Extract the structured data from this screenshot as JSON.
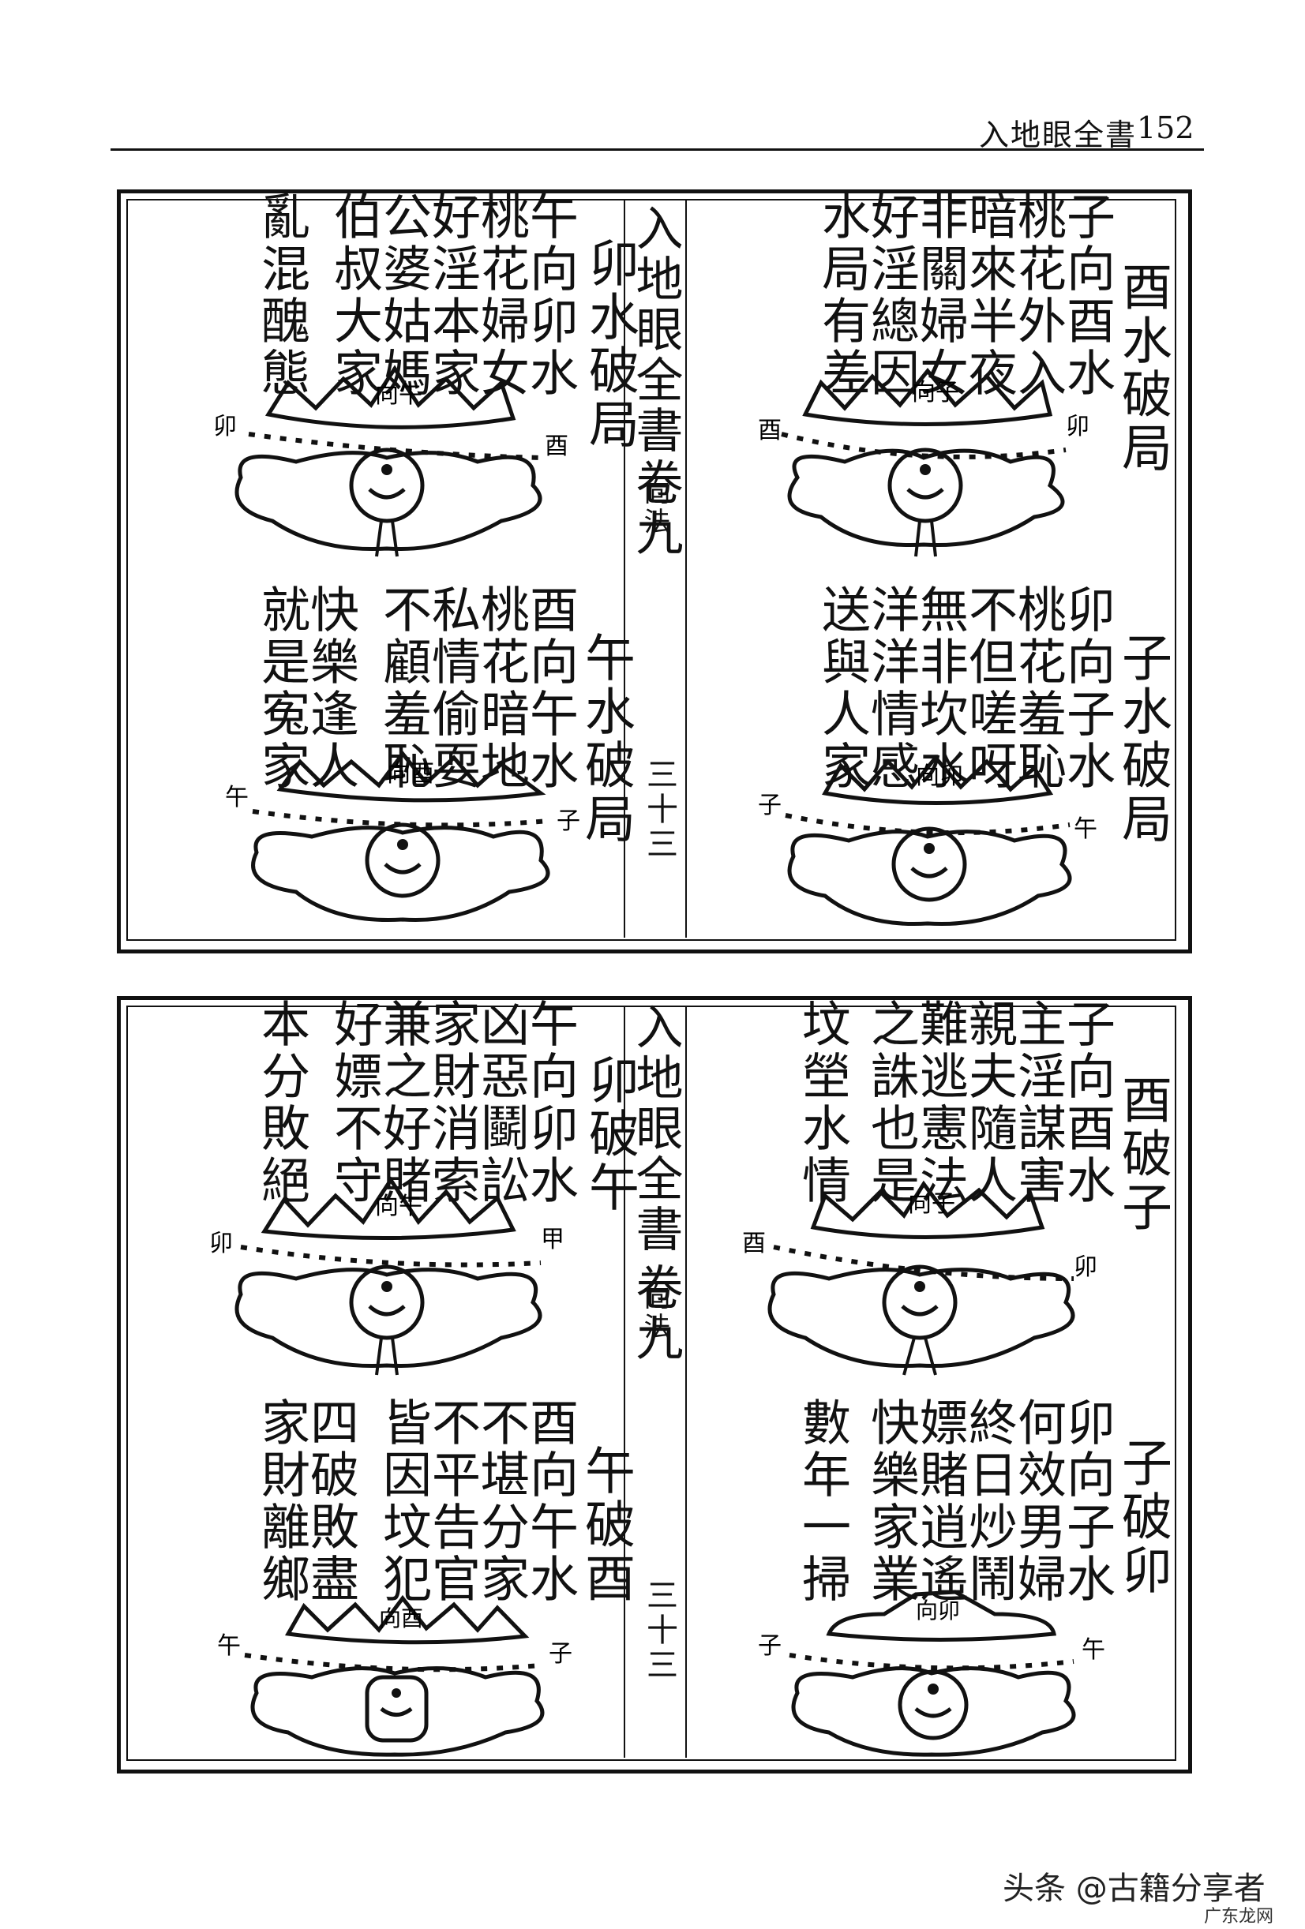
{
  "header": {
    "title": "入地眼全書",
    "page": "152"
  },
  "spine": {
    "book": "入地眼全書",
    "volume": "卷九",
    "section": "向法",
    "folio_top": "三十三",
    "folio_bottom": "三十三"
  },
  "panels": {
    "tr": {
      "title": "酉水破局",
      "cols": [
        "子向酉水",
        "桃花外入",
        "暗來半夜",
        "非關婦女",
        "好淫總因",
        "水局有差"
      ],
      "diagram": {
        "top": "向子",
        "left": "酉",
        "right": "卯"
      }
    },
    "tl": {
      "title": "卯水破局",
      "cols": [
        "午向卯水",
        "桃花婦女",
        "好淫本家",
        "公婆姑媽",
        "伯叔大家",
        "亂混醜態"
      ],
      "diagram": {
        "top": "向午",
        "left": "卯",
        "right": "酉"
      }
    },
    "br": {
      "title": "子水破局",
      "cols": [
        "卯向子水",
        "桃花羞恥",
        "不但嗟呀",
        "無非坎水",
        "洋洋情感",
        "送與人家"
      ],
      "diagram": {
        "top": "向卯",
        "left": "子",
        "right": "午"
      }
    },
    "bl": {
      "title": "午水破局",
      "cols": [
        "酉向午水",
        "桃花暗地",
        "私情偷耍",
        "不顧羞恥",
        "快樂逢人",
        "就是寃家"
      ],
      "diagram": {
        "top": "向酉",
        "left": "午",
        "right": "子"
      }
    },
    "tr2": {
      "title": "酉破子",
      "cols": [
        "子向酉水",
        "主淫謀害",
        "親夫隨人",
        "難逃憲法",
        "之誅也是",
        "坟塋水情"
      ],
      "diagram": {
        "top": "向子",
        "left": "酉",
        "right": "卯"
      }
    },
    "tl2": {
      "title": "卯破午",
      "cols": [
        "午向卯水",
        "凶惡鬬訟",
        "家財消索",
        "兼之好賭",
        "好嫖不守",
        "本分敗絕"
      ],
      "diagram": {
        "top": "向午",
        "left": "卯",
        "right": "甲"
      }
    },
    "br2": {
      "title": "子破卯",
      "cols": [
        "卯向子水",
        "何效男婦",
        "終日炒鬧",
        "嫖賭逍遙",
        "快樂家業",
        "數年一掃"
      ],
      "diagram": {
        "top": "向卯",
        "left": "子",
        "right": "午"
      }
    },
    "bl2": {
      "title": "午破酉",
      "cols": [
        "酉向午水",
        "不堪分家",
        "不平告官",
        "皆因坟犯",
        "四破敗盡",
        "家財離鄉"
      ],
      "diagram": {
        "top": "向酉",
        "left": "午",
        "right": "子"
      }
    }
  },
  "footer": {
    "source": "头条 @古籍分享者",
    "watermark": "广东龙网"
  }
}
